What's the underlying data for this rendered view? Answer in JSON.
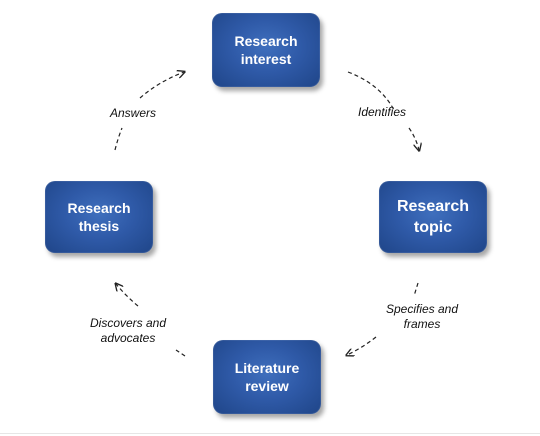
{
  "nodes": {
    "research_interest": "Research\ninterest",
    "research_topic": "Research\ntopic",
    "literature_review": "Literature\nreview",
    "research_thesis": "Research\nthesis"
  },
  "edges": {
    "identifies": "Identifies",
    "specifies_and_frames": "Specifies and\nframes",
    "discovers_and_advocates": "Discovers and\nadvocates",
    "answers": "Answers"
  },
  "colors": {
    "node_fill": "#2f5aa8",
    "node_text": "#ffffff",
    "arrow": "#222222"
  }
}
